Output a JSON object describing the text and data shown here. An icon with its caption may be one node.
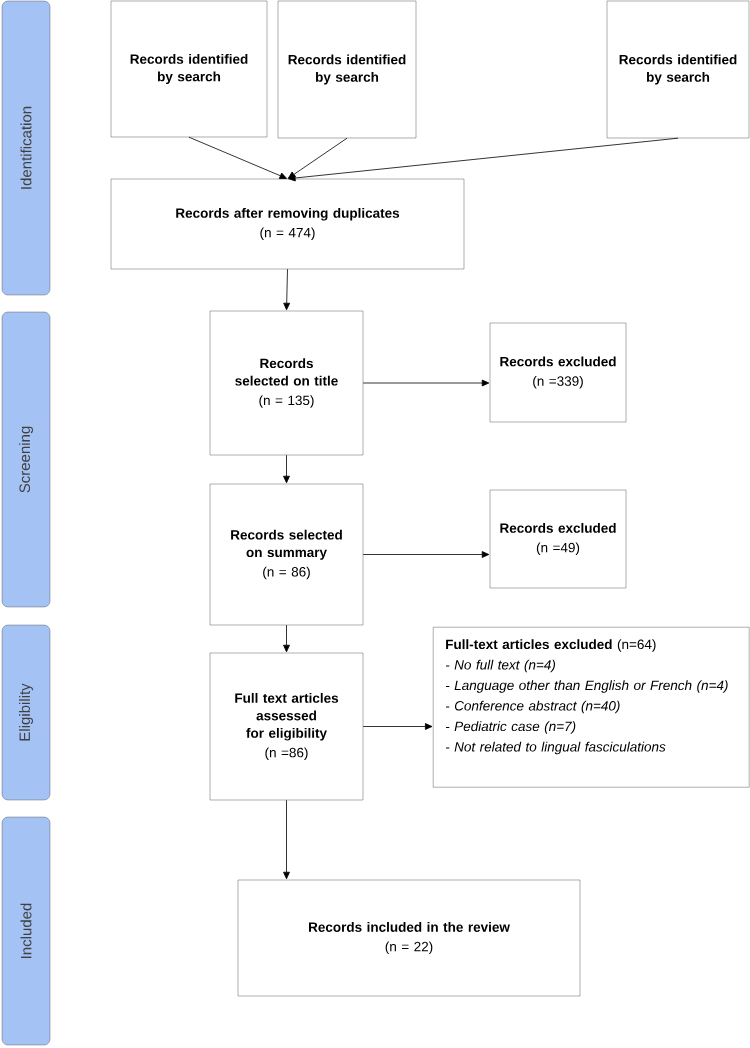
{
  "diagram": {
    "nodes": [
      {
        "text": [
          "Identification"
        ]
      },
      {
        "text": [
          "Screening"
        ]
      },
      {
        "text": [
          "Eligibility"
        ]
      },
      {
        "text": [
          "Included"
        ]
      },
      {
        "text": [
          "Records identified by search"
        ]
      },
      {
        "text": [
          "Records identified by search"
        ]
      },
      {
        "text": [
          "Records identified by search"
        ]
      },
      {
        "text": [
          "Records after removing duplicates",
          "(n = 474)"
        ]
      },
      {
        "text": [
          "Records selected on title",
          "(n = 135)"
        ]
      },
      {
        "text": [
          "Records excluded",
          "(n =339)"
        ]
      },
      {
        "text": [
          "Records selected on summary",
          "(n = 86)"
        ]
      },
      {
        "text": [
          "Records excluded",
          "(n =49)"
        ]
      },
      {
        "text": [
          "Full text articles assessed for eligibility",
          "(n =86)"
        ]
      },
      {
        "text": [
          "**Full-text articles excluded** (n=64)",
          "- No full text (n=4)",
          "- Language other than English or French (n=4)",
          "- Conference abstract (n=40)",
          "- Pediatric case (n=7)",
          "- Not related to lingual fasciculations"
        ]
      },
      {
        "text": [
          "Records included in the review",
          "(n = 22)"
        ]
      }
    ],
    "edges": [
      {
        "from": 4,
        "to": 7,
        "arrow": "to"
      },
      {
        "from": 5,
        "to": 7,
        "arrow": "to"
      },
      {
        "from": 6,
        "to": 7,
        "arrow": "to"
      },
      {
        "from": 7,
        "to": 8,
        "arrow": "to"
      },
      {
        "from": 8,
        "to": 9,
        "arrow": "to"
      },
      {
        "from": 8,
        "to": 10,
        "arrow": "to"
      },
      {
        "from": 10,
        "to": 11,
        "arrow": "to"
      },
      {
        "from": 10,
        "to": 12,
        "arrow": "to"
      },
      {
        "from": 12,
        "to": 13,
        "arrow": "to"
      },
      {
        "from": 12,
        "to": 14,
        "arrow": "to"
      }
    ]
  }
}
